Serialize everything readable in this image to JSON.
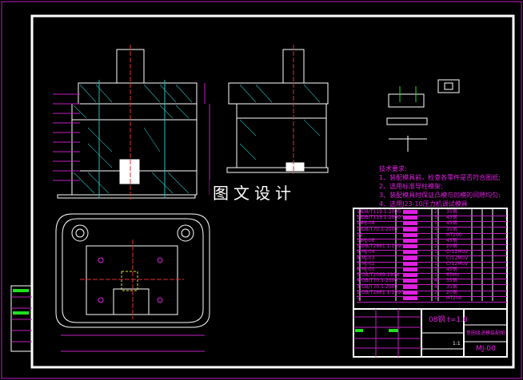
{
  "watermark": "图文设计",
  "technical_requirements": {
    "title": "技术要求:",
    "items": [
      "1、装配模具前，检查各零件是否符合图纸;",
      "2、选用标准导柱模架;",
      "3、装配模具时保证凸模与凹模的间隙均匀;",
      "4、选用J23-10压力机调试模具"
    ]
  },
  "parts_list": [
    {
      "no": "16",
      "code": "GB/T119.1-2000",
      "qty": "2",
      "material": "35钢"
    },
    {
      "no": "15",
      "code": "GB/T119.1-2000",
      "qty": "3",
      "material": "45钢"
    },
    {
      "no": "14",
      "code": "MJ-08",
      "qty": "1",
      "material": "45钢"
    },
    {
      "no": "13",
      "code": "GB/T70.1-2000",
      "qty": "4",
      "material": "35钢"
    },
    {
      "no": "12",
      "code": "",
      "qty": "1",
      "material": "HT200"
    },
    {
      "no": "11",
      "code": "MJ-06",
      "qty": "1",
      "material": "45钢"
    },
    {
      "no": "10",
      "code": "GB/T2861.1-1990",
      "qty": "2",
      "material": "20钢"
    },
    {
      "no": "9",
      "code": "MJ-04",
      "qty": "1",
      "material": "Cr12MoV"
    },
    {
      "no": "8",
      "code": "MJ-03",
      "qty": "1",
      "material": "Cr12MoV"
    },
    {
      "no": "7",
      "code": "MJ-02",
      "qty": "1",
      "material": "Cr12MoV"
    },
    {
      "no": "6",
      "code": "MJ-01",
      "qty": "1",
      "material": "45钢"
    },
    {
      "no": "5",
      "code": "GB/T2089-1994",
      "qty": "1",
      "material": "65Mn"
    },
    {
      "no": "4",
      "code": "GB/T70.1-2000",
      "qty": "4",
      "material": "35钢"
    },
    {
      "no": "3",
      "code": "GB/T70.1-2000",
      "qty": "4",
      "material": "35钢"
    },
    {
      "no": "2",
      "code": "GB/T2861.1-1990",
      "qty": "2",
      "material": "20钢"
    },
    {
      "no": "1",
      "code": "",
      "qty": "1",
      "material": "HT200"
    }
  ],
  "title_block": {
    "material": "08钢 t=1.0",
    "drawing_name": "垫圈级进模装配图",
    "drawing_number": "MJ-00",
    "scale": "1:1"
  },
  "colors": {
    "frame": "#ffffff",
    "text": "#e020e0",
    "accent": "#20e020",
    "background": "#000000"
  }
}
